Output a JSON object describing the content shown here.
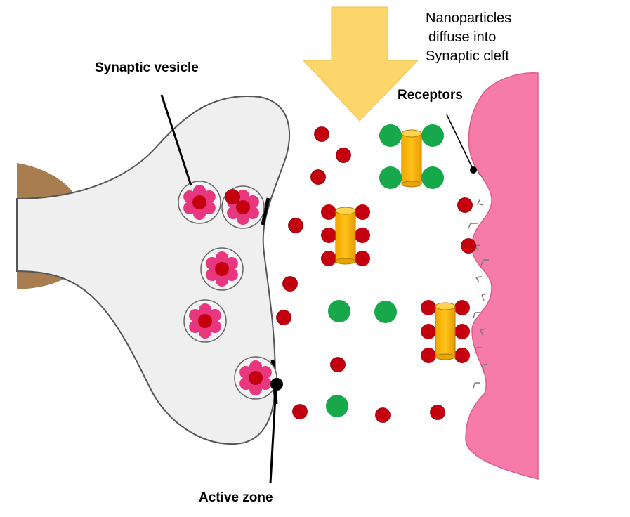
{
  "labels": {
    "synaptic_vesicle": "Synaptic vesicle",
    "receptors": "Receptors",
    "active_zone": "Active zone",
    "nanoparticles_line1": "Nanoparticles",
    "nanoparticles_line2": "diffuse into",
    "nanoparticles_line3": "Synaptic cleft"
  },
  "colors": {
    "axon_tan": "#a87d4f",
    "terminal_fill": "#efefef",
    "terminal_stroke": "#555555",
    "postsynaptic_pink": "#f77ba9",
    "vesicle_pink": "#e8367f",
    "transmitter_red": "#c4000f",
    "nanoparticle_green": "#17a84b",
    "cylinder_orange": "#f7b300",
    "arrow_yellow": "#fcd66b"
  },
  "icons": {
    "arrow": "down-arrow",
    "vesicle": "vesicle-circle",
    "receptor": "y-receptor"
  }
}
